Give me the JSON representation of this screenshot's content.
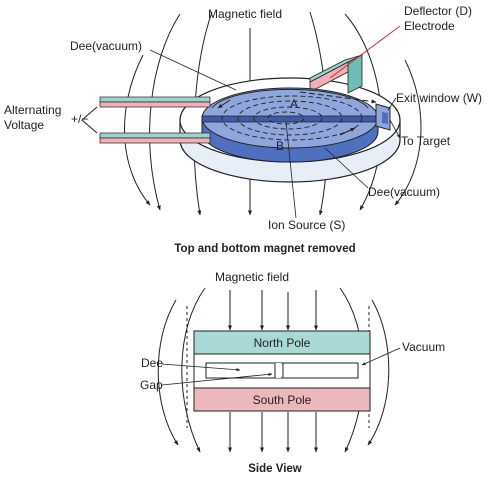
{
  "top": {
    "magnetic_field_label": "Magnetic field",
    "dee_vacuum_label": "Dee(vacuum)",
    "deflector_label": "Deflector (D)",
    "electrode_label": "Electrode",
    "exit_window_label": "Exit window (W)",
    "to_target_label": "To Target",
    "alternating_label": "Alternating",
    "voltage_label": "Voltage",
    "plus_minus_label": "+/−",
    "point_a_label": "A",
    "point_b_label": "B",
    "dee_vacuum_lower_label": "Dee(vacuum)",
    "ion_source_label": "Ion Source (S)",
    "caption": "Top and bottom magnet removed"
  },
  "side": {
    "magnetic_field_label": "Magnetic field",
    "north_pole_label": "North Pole",
    "south_pole_label": "South Pole",
    "vacuum_label": "Vacuum",
    "dee_label": "Dee",
    "gap_label": "Gap",
    "caption": "Side View"
  },
  "colors": {
    "north_pole": "#a9d9d6",
    "south_pole": "#ecb8bc",
    "dee_fill": "#8fa6dc",
    "dee_dark": "#4f6fbf",
    "teal_wire": "#9dd3cf",
    "pink_wire": "#efb0b6"
  }
}
